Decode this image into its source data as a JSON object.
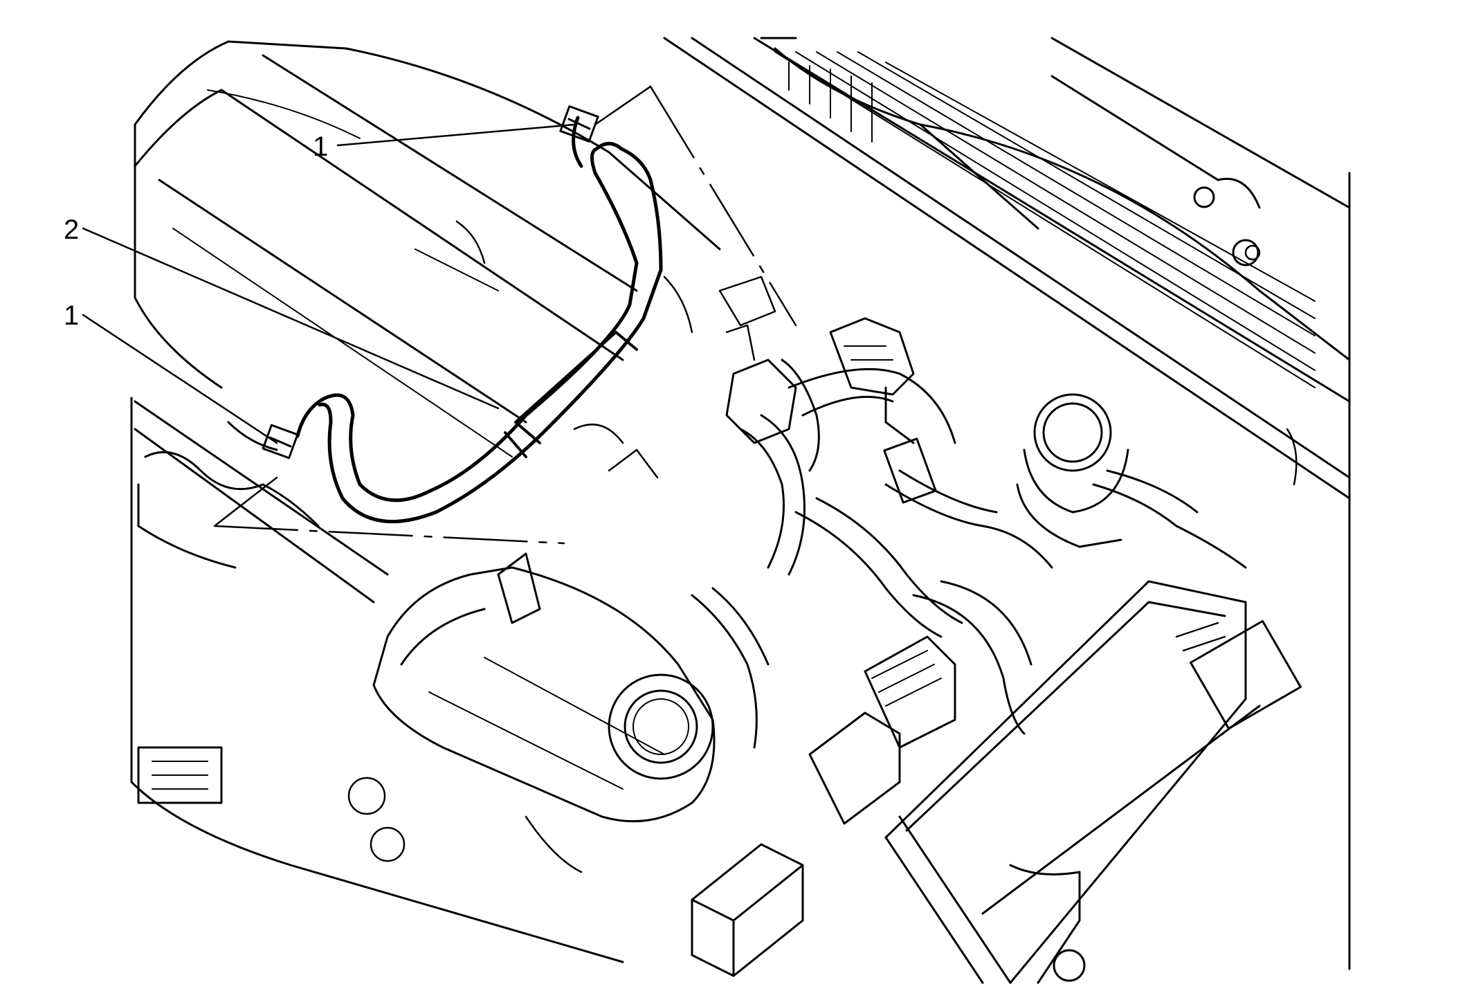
{
  "callouts": {
    "upper_label": "1",
    "middle_label": "2",
    "lower_label": "1"
  },
  "colors": {
    "line": "#000000",
    "background": "#ffffff"
  }
}
